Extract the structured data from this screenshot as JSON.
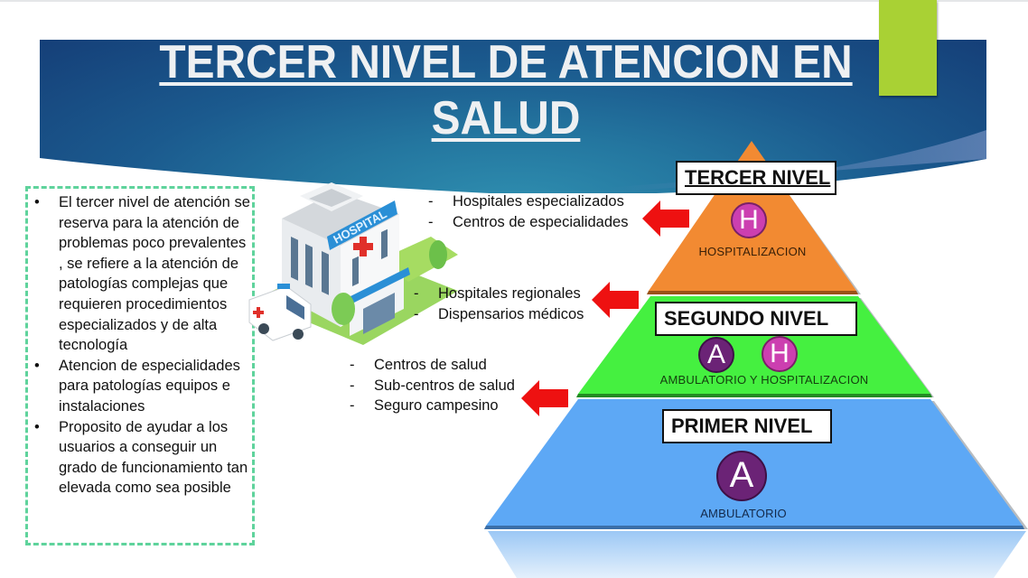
{
  "slide": {
    "title_line1": "TERCER NIVEL DE ATENCION EN",
    "title_line2": "SALUD",
    "colors": {
      "banner": "#1b5a8e",
      "accent_bar": "#a9d134",
      "bullet_box_border": "#5fd39c",
      "arrow": "#ee1111",
      "tier_tercer": "#f28a32",
      "tier_segundo": "#45f040",
      "tier_primer": "#5da8f5",
      "badge_h": "#cc3fb0",
      "badge_a": "#6b2376"
    }
  },
  "description": {
    "bullets": [
      "El tercer nivel de atención se reserva para la atención de problemas poco prevalentes , se refiere a la atención de patologías complejas que requieren procedimientos especializados y de alta tecnología",
      "Atencion de especialidades para patologías equipos e instalaciones",
      "Proposito de ayudar a los usuarios a conseguir un grado de funcionamiento tan elevada como sea posible"
    ]
  },
  "illustration": {
    "hospital_sign": "HOSPITAL",
    "icon": "hospital-building-with-ambulance"
  },
  "levels": {
    "tercer": {
      "label": "TERCER NIVEL",
      "badges": [
        "H"
      ],
      "caption": "HOSPITALIZACION",
      "facilities": [
        "Hospitales especializados",
        "Centros de especialidades"
      ]
    },
    "segundo": {
      "label": "SEGUNDO NIVEL",
      "badges": [
        "A",
        "H"
      ],
      "caption": "AMBULATORIO Y HOSPITALIZACION",
      "facilities": [
        "Hospitales regionales",
        "Dispensarios médicos"
      ]
    },
    "primer": {
      "label": "PRIMER NIVEL",
      "badges": [
        "A"
      ],
      "caption": "AMBULATORIO",
      "facilities": [
        "Centros de salud",
        "Sub-centros de salud",
        "Seguro campesino"
      ]
    }
  }
}
